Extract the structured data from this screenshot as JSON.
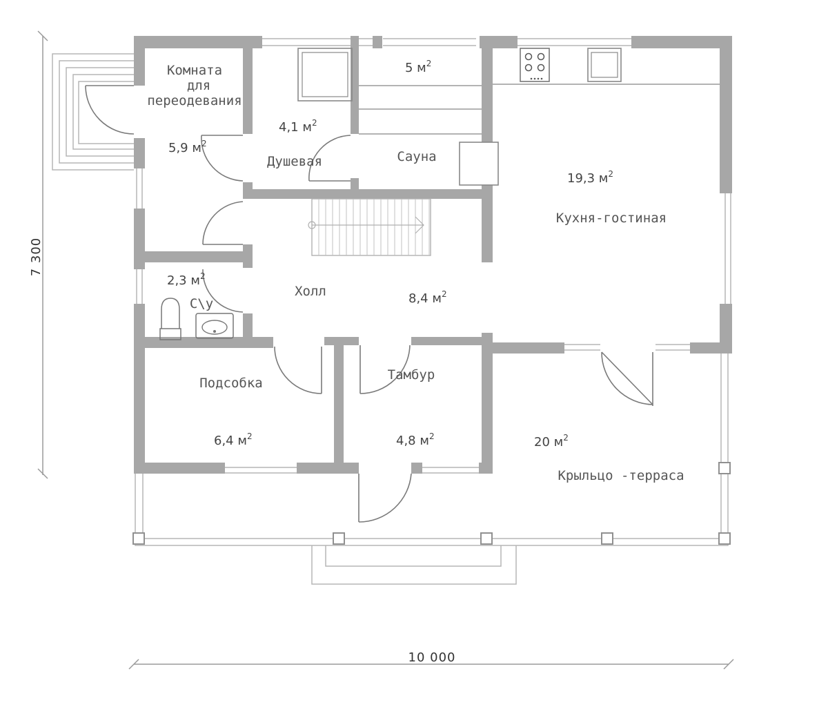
{
  "dimensions": {
    "width": "10 000",
    "height": "7 300"
  },
  "rooms": [
    {
      "id": "dressing",
      "label_lines": [
        "Комната",
        "для",
        "переодевания"
      ],
      "area": "5,9 м",
      "sup": "2"
    },
    {
      "id": "shower",
      "label": "Душевая",
      "area": "4,1 м",
      "sup": "2"
    },
    {
      "id": "sauna",
      "label": "Сауна",
      "area": "5 м",
      "sup": "2"
    },
    {
      "id": "kitchen",
      "label": "Кухня-гостиная",
      "area": "19,3 м",
      "sup": "2"
    },
    {
      "id": "wc",
      "label": "С\\у",
      "area": "2,3 м",
      "sup": "2"
    },
    {
      "id": "hall",
      "label": "Холл",
      "area": "8,4 м",
      "sup": "2"
    },
    {
      "id": "utility",
      "label": "Подсобка",
      "area": "6,4 м",
      "sup": "2"
    },
    {
      "id": "vestibule",
      "label": "Тамбур",
      "area": "4,8 м",
      "sup": "2"
    },
    {
      "id": "porch",
      "label": "Крыльцо -терраса",
      "area": "20 м",
      "sup": "2"
    }
  ],
  "fixtures": [
    "stove-icon",
    "sink-icon",
    "sauna-heater-icon",
    "shower-tray-icon",
    "toilet-icon",
    "washbasin-icon",
    "staircase"
  ]
}
